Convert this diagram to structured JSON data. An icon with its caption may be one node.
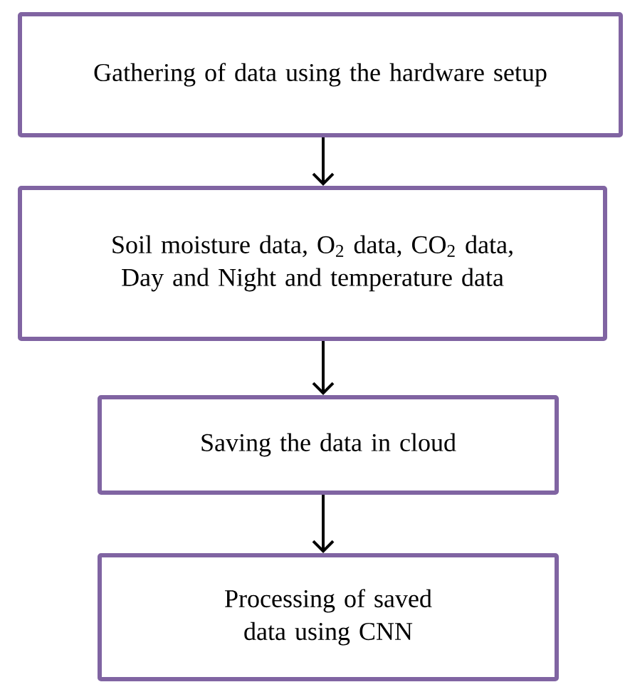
{
  "diagram": {
    "nodes": [
      {
        "text": [
          "Gathering of data using the hardware setup"
        ]
      },
      {
        "text": [
          "Soil moisture data, O$_{2}$ data, CO$_{2}$ data, Day and Night and temperature data"
        ]
      },
      {
        "text": [
          "Saving the data in cloud"
        ]
      },
      {
        "text": [
          "Processing of saved data using CNN"
        ]
      }
    ],
    "edges": [
      {
        "from": 0,
        "to": 1,
        "arrow": "to"
      },
      {
        "from": 1,
        "to": 2,
        "arrow": "to"
      },
      {
        "from": 2,
        "to": 3,
        "arrow": "to"
      }
    ]
  }
}
